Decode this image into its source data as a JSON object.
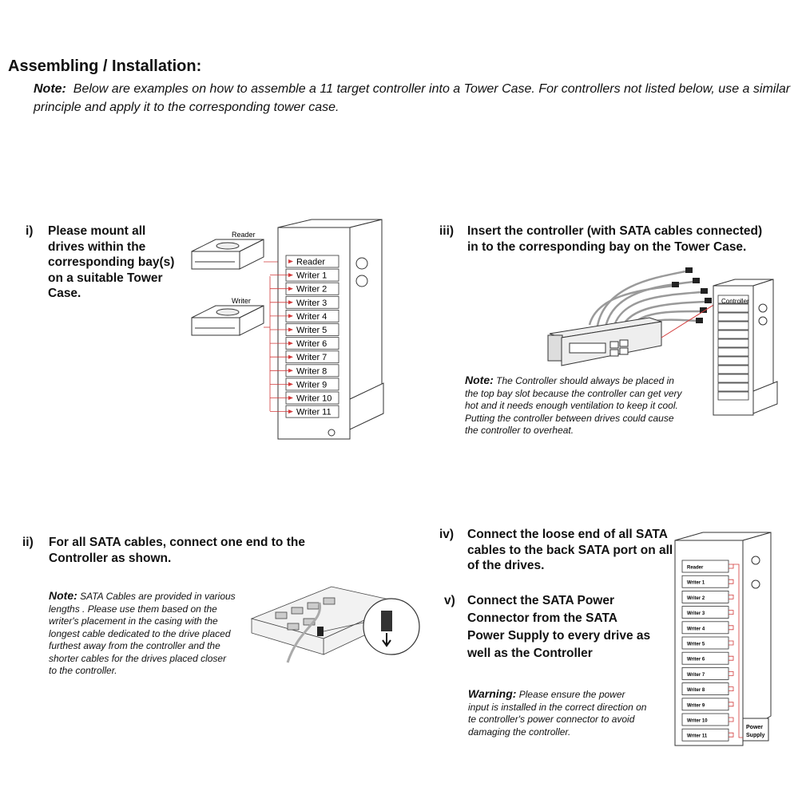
{
  "header": {
    "title": "Assembling / Installation:",
    "note_label": "Note:",
    "note_text": "Below are examples on how to assemble a 11 target controller into a Tower Case. For controllers not listed below, use a similar principle and apply it to the corresponding tower case."
  },
  "steps": {
    "i": {
      "num": "i)",
      "text": "Please mount all drives within the corresponding bay(s) on a suitable Tower Case."
    },
    "iii": {
      "num": "iii)",
      "text": "Insert the controller (with  SATA cables connected) in to the corresponding bay on the Tower Case."
    },
    "ii": {
      "num": "ii)",
      "text": "For all SATA cables, connect one end to the Controller as shown."
    },
    "iv": {
      "num": "iv)",
      "text": "Connect the loose end of all SATA cables to the back SATA port on all of the drives."
    },
    "v": {
      "num": "v)",
      "text": "Connect the SATA Power Connector from the SATA Power Supply to every drive as well as the Controller"
    }
  },
  "notes": {
    "controller_note": {
      "label": "Note:",
      "text": "The Controller should always be placed in the top bay slot because the controller can get very hot and it needs enough ventilation to keep it cool.",
      "text2": "Putting the controller between drives could cause the controller to overheat."
    },
    "cable_note": {
      "label": "Note:",
      "text": "SATA Cables are provided in various lengths . Please use them based on the writer's placement in the casing with the longest cable dedicated to the drive placed furthest away from the controller and the shorter cables for the drives placed closer to the controller."
    },
    "warning": {
      "label": "Warning:",
      "text": "Please ensure the power input is installed in the correct direction on te controller's power connector to avoid damaging the controller."
    }
  },
  "diagram1": {
    "reader_caption": "Reader",
    "writer_caption": "Writer",
    "bays": [
      "Reader",
      "Writer 1",
      "Writer 2",
      "Writer 3",
      "Writer 4",
      "Writer 5",
      "Writer 6",
      "Writer 7",
      "Writer 8",
      "Writer 9",
      "Writer 10",
      "Writer 11"
    ]
  },
  "diagram3": {
    "controller_label": "Controller"
  },
  "diagram4": {
    "bays": [
      "Reader",
      "Writer 1",
      "Writer 2",
      "Writer 3",
      "Writer 4",
      "Writer 5",
      "Writer 6",
      "Writer 7",
      "Writer 8",
      "Writer 9",
      "Writer 10",
      "Writer 11"
    ],
    "psu_label": [
      "Power",
      "Supply"
    ]
  },
  "colors": {
    "arrow_red": "#d23a3a",
    "line_gray": "#555555"
  }
}
